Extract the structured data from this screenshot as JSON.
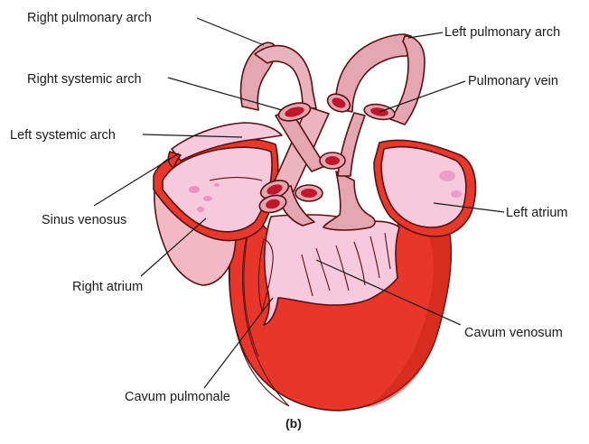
{
  "labels": {
    "right_pulmonary_arch": "Right pulmonary arch",
    "left_pulmonary_arch": "Left pulmonary arch",
    "right_systemic_arch": "Right systemic arch",
    "pulmonary_vein": "Pulmonary vein",
    "left_systemic_arch": "Left systemic arch",
    "sinus_venosus": "Sinus venosus",
    "left_atrium": "Left atrium",
    "right_atrium": "Right atrium",
    "cavum_venosum": "Cavum venosum",
    "cavum_pulmonale": "Cavum pulmonale"
  },
  "caption": "(b)",
  "colors": {
    "ventricle_red": "#e8372a",
    "ventricle_dark": "#c82418",
    "atrium_pink": "#f6c9dc",
    "atrium_spots": "#e77bb6",
    "arch_pink": "#e4a6b0",
    "vessel_lumen": "#c0182a",
    "outline": "#5a1010"
  }
}
